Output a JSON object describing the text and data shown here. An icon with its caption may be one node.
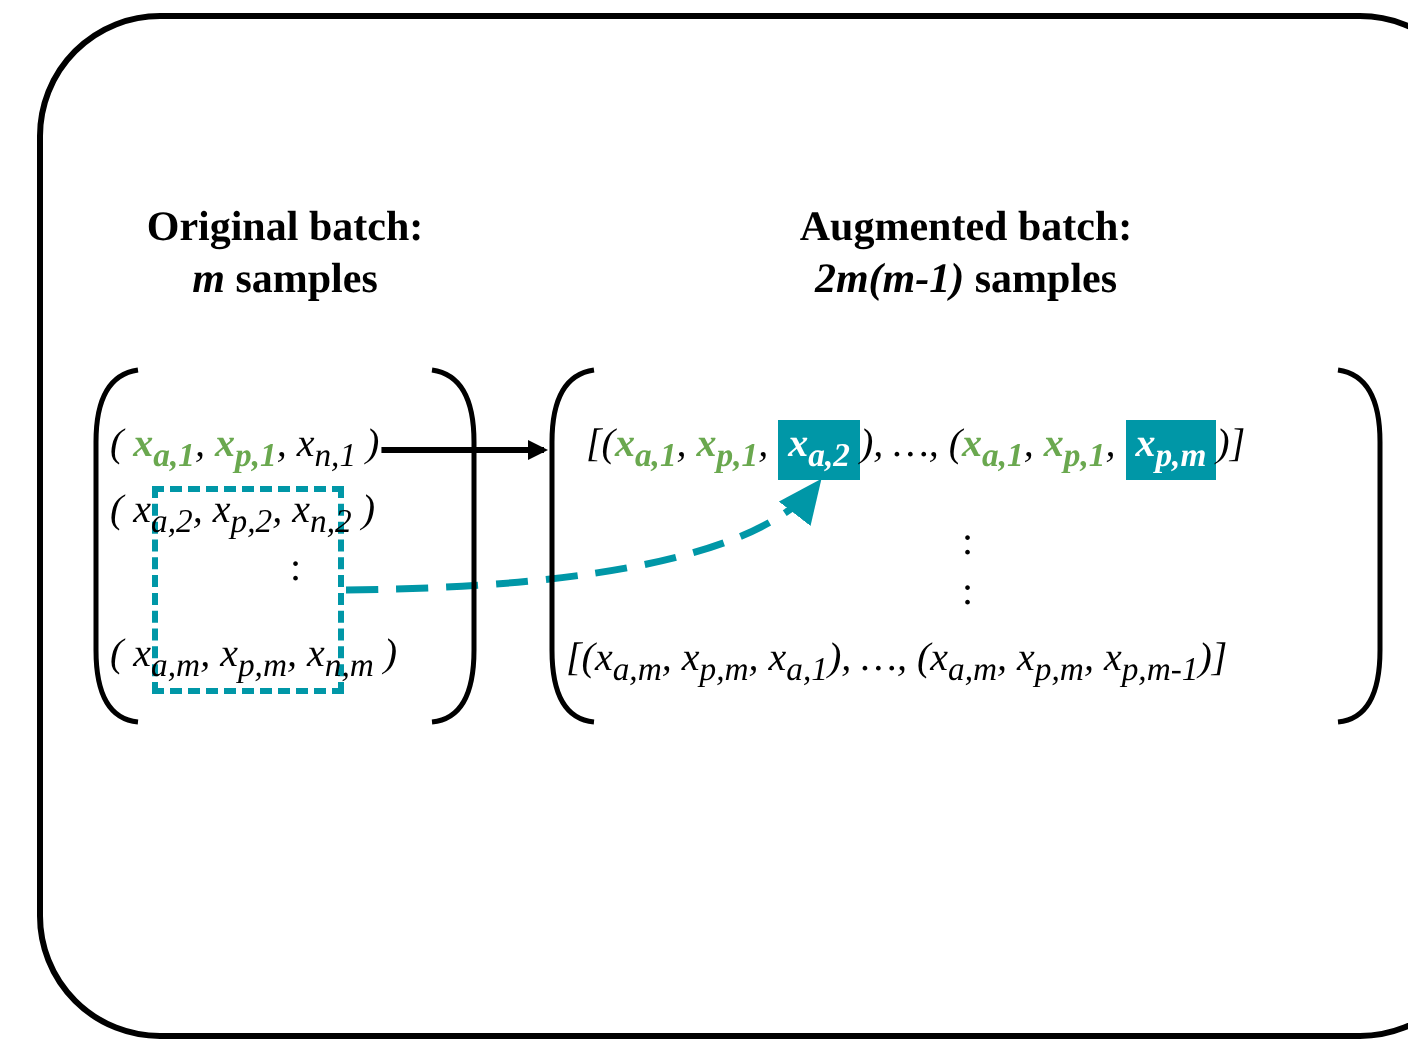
{
  "diagram": {
    "nodes": [
      {
        "text": [
          "Original batch: *m* samples"
        ]
      },
      {
        "text": [
          "( **x$_{a,1}$**, **x$_{p,1}$**, x$_{n,1}$ )"
        ],
        "in": 0
      },
      {
        "text": [],
        "shape": "box",
        "in": 0
      },
      {
        "text": [
          "Augmented batch: *2m(m-1)* samples"
        ]
      },
      {
        "text": [
          "x$_{a,2}$"
        ],
        "in": 3
      },
      {
        "text": [
          "x$_{p,m}$"
        ],
        "in": 3
      }
    ],
    "edges": [
      {
        "from": 1,
        "to": 3,
        "arrow": "to"
      },
      {
        "from": 2,
        "to": 4,
        "arrow": "to",
        "style": "dashed",
        "color": "#0097a7"
      }
    ],
    "labels": [
      "( x$_{a,2}$, x$_{p,2}$, x$_{n,2}$ )",
      ":",
      "( x$_{a,m}$, x$_{p,m}$, x$_{n,m}$ )",
      "[(**x$_{a,1}$**, **x$_{p,1}$**, ",
      "), …, (**x$_{a,1}$**, **x$_{p,1}$**, ",
      ")]",
      ":",
      ":",
      "[(x$_{a,m}$, x$_{p,m}$, x$_{a,1}$), …, (x$_{a,m}$, x$_{p,m}$, x$_{p,m-1}$)]"
    ]
  }
}
